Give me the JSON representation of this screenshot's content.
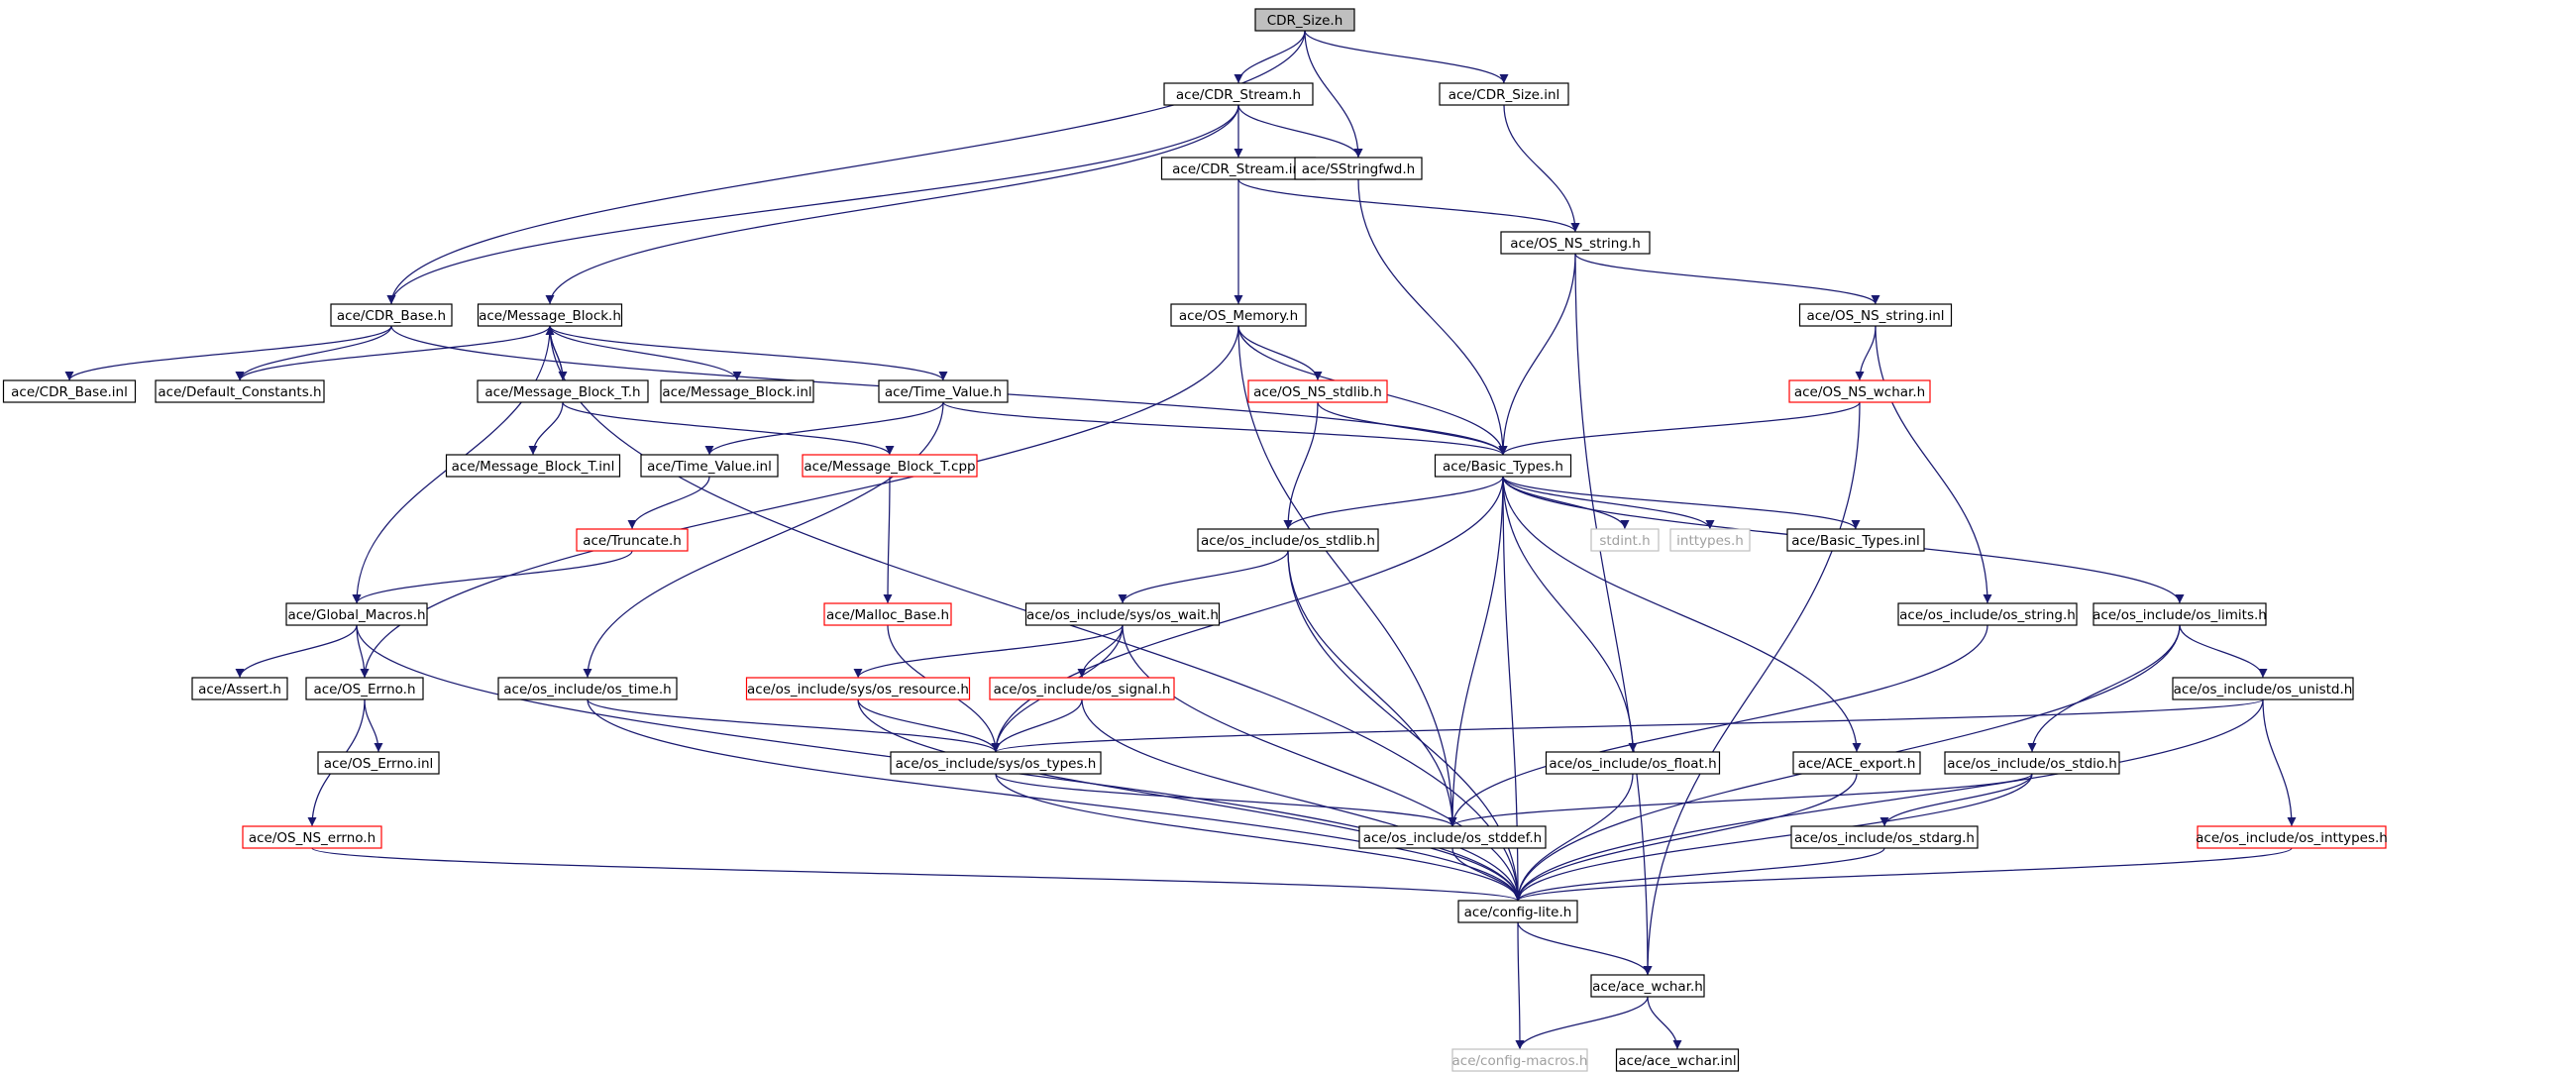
{
  "nodes": [
    {
      "id": "cdr_size_h",
      "label": "CDR_Size.h",
      "style": "root"
    },
    {
      "id": "cdr_stream_h",
      "label": "ace/CDR_Stream.h",
      "style": "normal"
    },
    {
      "id": "cdr_size_inl",
      "label": "ace/CDR_Size.inl",
      "style": "normal"
    },
    {
      "id": "cdr_stream_inl",
      "label": "ace/CDR_Stream.inl",
      "style": "normal"
    },
    {
      "id": "sstringfwd_h",
      "label": "ace/SStringfwd.h",
      "style": "normal"
    },
    {
      "id": "os_ns_string_h",
      "label": "ace/OS_NS_string.h",
      "style": "normal"
    },
    {
      "id": "cdr_base_h",
      "label": "ace/CDR_Base.h",
      "style": "normal"
    },
    {
      "id": "message_block_h",
      "label": "ace/Message_Block.h",
      "style": "normal"
    },
    {
      "id": "os_memory_h",
      "label": "ace/OS_Memory.h",
      "style": "normal"
    },
    {
      "id": "os_ns_string_inl",
      "label": "ace/OS_NS_string.inl",
      "style": "normal"
    },
    {
      "id": "cdr_base_inl",
      "label": "ace/CDR_Base.inl",
      "style": "normal"
    },
    {
      "id": "default_constants_h",
      "label": "ace/Default_Constants.h",
      "style": "normal"
    },
    {
      "id": "message_block_t_h",
      "label": "ace/Message_Block_T.h",
      "style": "normal"
    },
    {
      "id": "message_block_inl",
      "label": "ace/Message_Block.inl",
      "style": "normal"
    },
    {
      "id": "time_value_h",
      "label": "ace/Time_Value.h",
      "style": "normal"
    },
    {
      "id": "os_ns_stdlib_h",
      "label": "ace/OS_NS_stdlib.h",
      "style": "red"
    },
    {
      "id": "os_ns_wchar_h",
      "label": "ace/OS_NS_wchar.h",
      "style": "red"
    },
    {
      "id": "message_block_t_inl",
      "label": "ace/Message_Block_T.inl",
      "style": "normal"
    },
    {
      "id": "time_value_inl",
      "label": "ace/Time_Value.inl",
      "style": "normal"
    },
    {
      "id": "message_block_t_cpp",
      "label": "ace/Message_Block_T.cpp",
      "style": "red"
    },
    {
      "id": "basic_types_h",
      "label": "ace/Basic_Types.h",
      "style": "normal"
    },
    {
      "id": "truncate_h",
      "label": "ace/Truncate.h",
      "style": "red"
    },
    {
      "id": "os_stdlib_h",
      "label": "ace/os_include/os_stdlib.h",
      "style": "normal"
    },
    {
      "id": "stdint_h",
      "label": "stdint.h",
      "style": "grey"
    },
    {
      "id": "inttypes_h",
      "label": "inttypes.h",
      "style": "grey"
    },
    {
      "id": "basic_types_inl",
      "label": "ace/Basic_Types.inl",
      "style": "normal"
    },
    {
      "id": "global_macros_h",
      "label": "ace/Global_Macros.h",
      "style": "normal"
    },
    {
      "id": "malloc_base_h",
      "label": "ace/Malloc_Base.h",
      "style": "red"
    },
    {
      "id": "os_wait_h",
      "label": "ace/os_include/sys/os_wait.h",
      "style": "normal"
    },
    {
      "id": "os_string_h",
      "label": "ace/os_include/os_string.h",
      "style": "normal"
    },
    {
      "id": "os_limits_h",
      "label": "ace/os_include/os_limits.h",
      "style": "normal"
    },
    {
      "id": "assert_h",
      "label": "ace/Assert.h",
      "style": "normal"
    },
    {
      "id": "os_errno_h",
      "label": "ace/OS_Errno.h",
      "style": "normal"
    },
    {
      "id": "os_time_h",
      "label": "ace/os_include/os_time.h",
      "style": "normal"
    },
    {
      "id": "os_resource_h",
      "label": "ace/os_include/sys/os_resource.h",
      "style": "red"
    },
    {
      "id": "os_signal_h",
      "label": "ace/os_include/os_signal.h",
      "style": "red"
    },
    {
      "id": "os_unistd_h",
      "label": "ace/os_include/os_unistd.h",
      "style": "normal"
    },
    {
      "id": "os_errno_inl",
      "label": "ace/OS_Errno.inl",
      "style": "normal"
    },
    {
      "id": "os_types_h",
      "label": "ace/os_include/sys/os_types.h",
      "style": "normal"
    },
    {
      "id": "os_float_h",
      "label": "ace/os_include/os_float.h",
      "style": "normal"
    },
    {
      "id": "ace_export_h",
      "label": "ace/ACE_export.h",
      "style": "normal"
    },
    {
      "id": "os_stdio_h",
      "label": "ace/os_include/os_stdio.h",
      "style": "normal"
    },
    {
      "id": "os_ns_errno_h",
      "label": "ace/OS_NS_errno.h",
      "style": "red"
    },
    {
      "id": "os_stddef_h",
      "label": "ace/os_include/os_stddef.h",
      "style": "normal"
    },
    {
      "id": "os_stdarg_h",
      "label": "ace/os_include/os_stdarg.h",
      "style": "normal"
    },
    {
      "id": "os_inttypes_h",
      "label": "ace/os_include/os_inttypes.h",
      "style": "red"
    },
    {
      "id": "config_lite_h",
      "label": "ace/config-lite.h",
      "style": "normal"
    },
    {
      "id": "ace_wchar_h",
      "label": "ace/ace_wchar.h",
      "style": "normal"
    },
    {
      "id": "config_macros_h",
      "label": "ace/config-macros.h",
      "style": "grey"
    },
    {
      "id": "ace_wchar_inl",
      "label": "ace/ace_wchar.inl",
      "style": "normal"
    }
  ],
  "edges": [
    [
      "cdr_size_h",
      "cdr_stream_h"
    ],
    [
      "cdr_size_h",
      "sstringfwd_h"
    ],
    [
      "cdr_size_h",
      "cdr_size_inl"
    ],
    [
      "cdr_size_h",
      "cdr_base_h"
    ],
    [
      "cdr_stream_h",
      "cdr_stream_inl"
    ],
    [
      "cdr_stream_h",
      "sstringfwd_h"
    ],
    [
      "cdr_stream_h",
      "cdr_base_h"
    ],
    [
      "cdr_stream_h",
      "message_block_h"
    ],
    [
      "cdr_size_inl",
      "os_ns_string_h"
    ],
    [
      "cdr_stream_inl",
      "os_ns_string_h"
    ],
    [
      "cdr_stream_inl",
      "os_memory_h"
    ],
    [
      "sstringfwd_h",
      "basic_types_h"
    ],
    [
      "os_ns_string_h",
      "os_ns_string_inl"
    ],
    [
      "os_ns_string_h",
      "basic_types_h"
    ],
    [
      "os_ns_string_h",
      "ace_wchar_h"
    ],
    [
      "cdr_base_h",
      "cdr_base_inl"
    ],
    [
      "cdr_base_h",
      "default_constants_h"
    ],
    [
      "cdr_base_h",
      "basic_types_h"
    ],
    [
      "message_block_h",
      "default_constants_h"
    ],
    [
      "message_block_h",
      "message_block_t_h"
    ],
    [
      "message_block_h",
      "message_block_inl"
    ],
    [
      "message_block_h",
      "time_value_h"
    ],
    [
      "message_block_h",
      "global_macros_h"
    ],
    [
      "message_block_h",
      "config_lite_h"
    ],
    [
      "message_block_t_h",
      "message_block_h"
    ],
    [
      "message_block_t_h",
      "message_block_t_inl"
    ],
    [
      "message_block_t_h",
      "message_block_t_cpp"
    ],
    [
      "os_memory_h",
      "os_ns_stdlib_h"
    ],
    [
      "os_memory_h",
      "basic_types_h"
    ],
    [
      "os_memory_h",
      "os_errno_h"
    ],
    [
      "os_memory_h",
      "os_stddef_h"
    ],
    [
      "os_ns_string_inl",
      "os_ns_wchar_h"
    ],
    [
      "os_ns_string_inl",
      "os_string_h"
    ],
    [
      "time_value_h",
      "time_value_inl"
    ],
    [
      "time_value_h",
      "basic_types_h"
    ],
    [
      "time_value_h",
      "os_time_h"
    ],
    [
      "os_ns_stdlib_h",
      "basic_types_h"
    ],
    [
      "os_ns_stdlib_h",
      "os_stdlib_h"
    ],
    [
      "os_ns_wchar_h",
      "basic_types_h"
    ],
    [
      "os_ns_wchar_h",
      "ace_wchar_h"
    ],
    [
      "time_value_inl",
      "truncate_h"
    ],
    [
      "message_block_t_cpp",
      "malloc_base_h"
    ],
    [
      "truncate_h",
      "global_macros_h"
    ],
    [
      "basic_types_h",
      "os_stdlib_h"
    ],
    [
      "basic_types_h",
      "stdint_h"
    ],
    [
      "basic_types_h",
      "inttypes_h"
    ],
    [
      "basic_types_h",
      "basic_types_inl"
    ],
    [
      "basic_types_h",
      "os_limits_h"
    ],
    [
      "basic_types_h",
      "os_types_h"
    ],
    [
      "basic_types_h",
      "os_float_h"
    ],
    [
      "basic_types_h",
      "ace_export_h"
    ],
    [
      "basic_types_h",
      "os_stddef_h"
    ],
    [
      "basic_types_h",
      "config_lite_h"
    ],
    [
      "os_stdlib_h",
      "os_wait_h"
    ],
    [
      "os_stdlib_h",
      "os_stddef_h"
    ],
    [
      "os_stdlib_h",
      "config_lite_h"
    ],
    [
      "global_macros_h",
      "assert_h"
    ],
    [
      "global_macros_h",
      "os_errno_h"
    ],
    [
      "global_macros_h",
      "config_lite_h"
    ],
    [
      "malloc_base_h",
      "os_types_h"
    ],
    [
      "os_wait_h",
      "os_resource_h"
    ],
    [
      "os_wait_h",
      "os_signal_h"
    ],
    [
      "os_wait_h",
      "os_types_h"
    ],
    [
      "os_wait_h",
      "config_lite_h"
    ],
    [
      "os_string_h",
      "os_stddef_h"
    ],
    [
      "os_limits_h",
      "os_unistd_h"
    ],
    [
      "os_limits_h",
      "os_stdio_h"
    ],
    [
      "os_limits_h",
      "config_lite_h"
    ],
    [
      "os_errno_h",
      "os_errno_inl"
    ],
    [
      "os_errno_h",
      "os_ns_errno_h"
    ],
    [
      "os_time_h",
      "os_types_h"
    ],
    [
      "os_time_h",
      "config_lite_h"
    ],
    [
      "os_resource_h",
      "os_types_h"
    ],
    [
      "os_resource_h",
      "config_lite_h"
    ],
    [
      "os_signal_h",
      "os_types_h"
    ],
    [
      "os_signal_h",
      "config_lite_h"
    ],
    [
      "os_unistd_h",
      "os_types_h"
    ],
    [
      "os_unistd_h",
      "os_inttypes_h"
    ],
    [
      "os_unistd_h",
      "config_lite_h"
    ],
    [
      "os_types_h",
      "os_stddef_h"
    ],
    [
      "os_types_h",
      "config_lite_h"
    ],
    [
      "os_float_h",
      "config_lite_h"
    ],
    [
      "ace_export_h",
      "config_lite_h"
    ],
    [
      "os_stdio_h",
      "os_stddef_h"
    ],
    [
      "os_stdio_h",
      "os_stdarg_h"
    ],
    [
      "os_stdio_h",
      "config_lite_h"
    ],
    [
      "os_ns_errno_h",
      "config_lite_h"
    ],
    [
      "os_stddef_h",
      "config_lite_h"
    ],
    [
      "os_stdarg_h",
      "config_lite_h"
    ],
    [
      "os_inttypes_h",
      "config_lite_h"
    ],
    [
      "config_lite_h",
      "ace_wchar_h"
    ],
    [
      "config_lite_h",
      "config_macros_h"
    ],
    [
      "ace_wchar_h",
      "config_macros_h"
    ],
    [
      "ace_wchar_h",
      "ace_wchar_inl"
    ]
  ]
}
